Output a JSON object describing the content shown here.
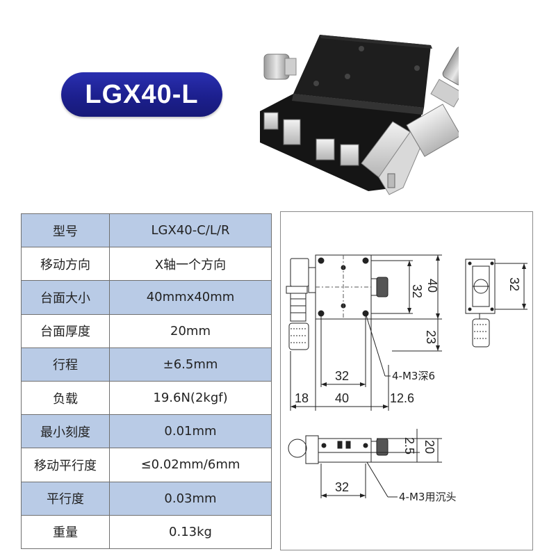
{
  "title": "LGX40-L",
  "table": {
    "rows": [
      {
        "label": "型号",
        "value": "LGX40-C/L/R"
      },
      {
        "label": "移动方向",
        "value": "X轴一个方向"
      },
      {
        "label": "台面大小",
        "value": "40mmx40mm"
      },
      {
        "label": "台面厚度",
        "value": "20mm"
      },
      {
        "label": "行程",
        "value": "±6.5mm"
      },
      {
        "label": "负载",
        "value": "19.6N(2kgf)"
      },
      {
        "label": "最小刻度",
        "value": "0.01mm"
      },
      {
        "label": "移动平行度",
        "value": "≤0.02mm/6mm"
      },
      {
        "label": "平行度",
        "value": "0.03mm"
      },
      {
        "label": "重量",
        "value": "0.13kg"
      }
    ]
  },
  "drawing": {
    "top_view": {
      "dim_32_v": "32",
      "dim_40_v": "40",
      "dim_23": "23",
      "dim_32_h": "32",
      "dim_18": "18",
      "dim_40_h": "40",
      "dim_12_6": "12.6",
      "note": "4-M3深6"
    },
    "side_view": {
      "dim_32_v": "32"
    },
    "front_view": {
      "dim_2_5": "2.5",
      "dim_20": "20",
      "dim_32_h": "32",
      "note": "4-M3用沉头"
    }
  },
  "colors": {
    "pill": "#1c1f8e",
    "shade_row": "#b9cbe6",
    "border": "#6f6f6f"
  }
}
